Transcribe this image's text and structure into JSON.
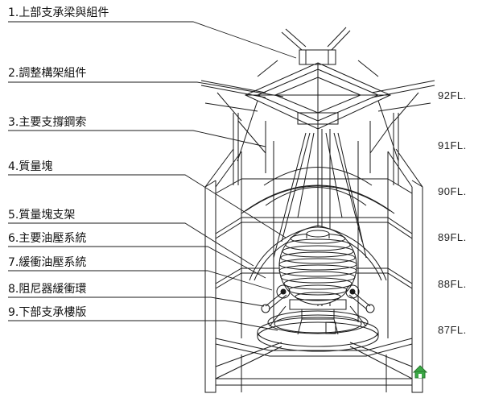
{
  "labels": [
    "1.上部支承梁與組件",
    "2.調整構架組件",
    "3.主要支撐鋼索",
    "4.質量塊",
    "5.質量塊支架",
    "6.主要油壓系統",
    "7.緩衝油壓系統",
    "8.阻尼器緩衝環",
    "9.下部支承樓版"
  ],
  "floors": [
    "92FL.",
    "91FL.",
    "90FL.",
    "89FL.",
    "88FL.",
    "87FL."
  ],
  "colors": {
    "line": "#1a1a1a",
    "logo": "#3aa845"
  },
  "icons": {
    "corner_logo": "green-house-icon"
  }
}
